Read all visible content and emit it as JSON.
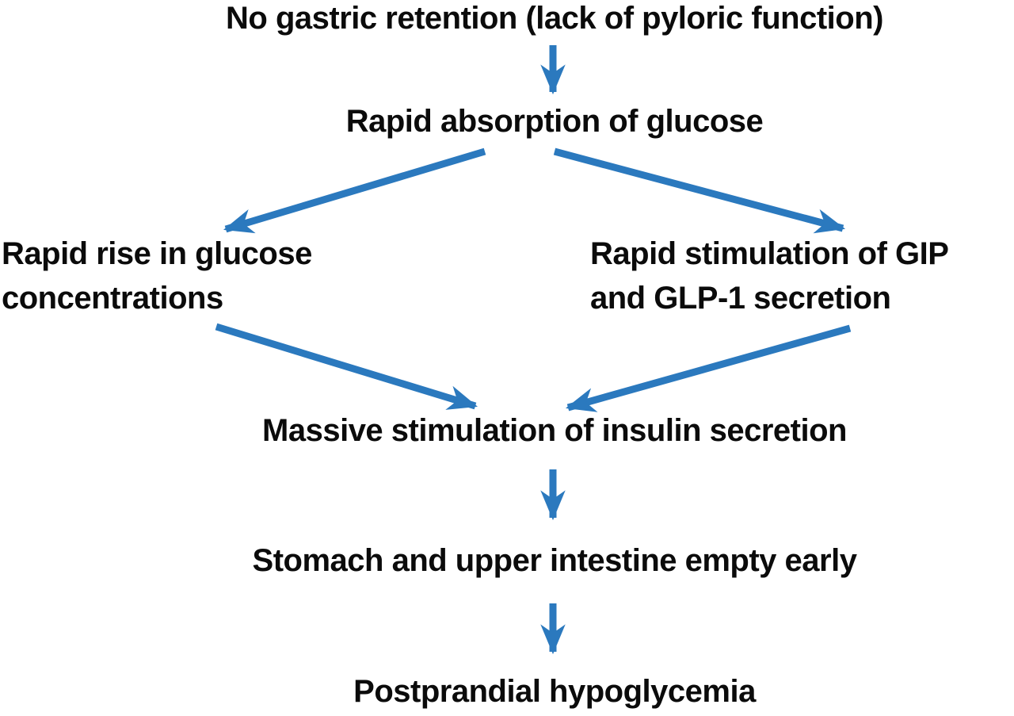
{
  "diagram": {
    "type": "flowchart",
    "background_color": "#ffffff",
    "text_color": "#0b0b0b",
    "arrow_color": "#2B79BE",
    "nodes": {
      "top": {
        "label": "No gastric retention (lack of pyloric function)"
      },
      "absorption": {
        "label": "Rapid absorption of glucose"
      },
      "glucose_rise": {
        "line1": "Rapid rise in glucose",
        "line2": "concentrations"
      },
      "incretin": {
        "line1": "Rapid stimulation of GIP",
        "line2": "and GLP-1 secretion"
      },
      "insulin": {
        "label": "Massive stimulation of insulin secretion"
      },
      "emptying": {
        "label": "Stomach and upper intestine empty early"
      },
      "outcome": {
        "label": "Postprandial hypoglycemia"
      }
    },
    "edges": [
      {
        "from": "No gastric retention (lack of pyloric function)",
        "to": "Rapid absorption of glucose"
      },
      {
        "from": "Rapid absorption of glucose",
        "to": "Rapid rise in glucose concentrations"
      },
      {
        "from": "Rapid absorption of glucose",
        "to": "Rapid stimulation of GIP and GLP-1 secretion"
      },
      {
        "from": "Rapid rise in glucose concentrations",
        "to": "Massive stimulation of insulin secretion"
      },
      {
        "from": "Rapid stimulation of GIP and GLP-1 secretion",
        "to": "Massive stimulation of insulin secretion"
      },
      {
        "from": "Massive stimulation of insulin secretion",
        "to": "Stomach and upper intestine empty early"
      },
      {
        "from": "Stomach and upper intestine empty early",
        "to": "Postprandial hypoglycemia"
      }
    ]
  }
}
